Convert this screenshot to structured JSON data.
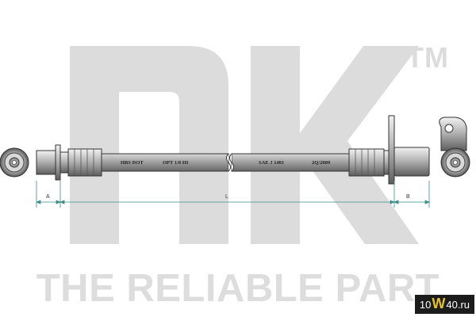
{
  "watermark": {
    "logo_text": "nk",
    "tm_symbol": "TM",
    "tagline": "THE RELIABLE PART"
  },
  "hose": {
    "markings": [
      "HBS DOT",
      "OPT 1/8 HI",
      "SAE J 1401",
      "2Q/2009"
    ]
  },
  "dimensions": {
    "left_label": "A",
    "center_label": "L",
    "right_label": "B"
  },
  "site_badge": {
    "part1": "10",
    "part2": "W",
    "part3": "40",
    "part4": ".ru"
  },
  "colors": {
    "watermark": "#dcdcdc",
    "dimension_line": "#3a8f86",
    "hose_body": "#8d8d8d",
    "badge_bg": "#1c1c1c",
    "badge_accent": "#e6c229"
  }
}
